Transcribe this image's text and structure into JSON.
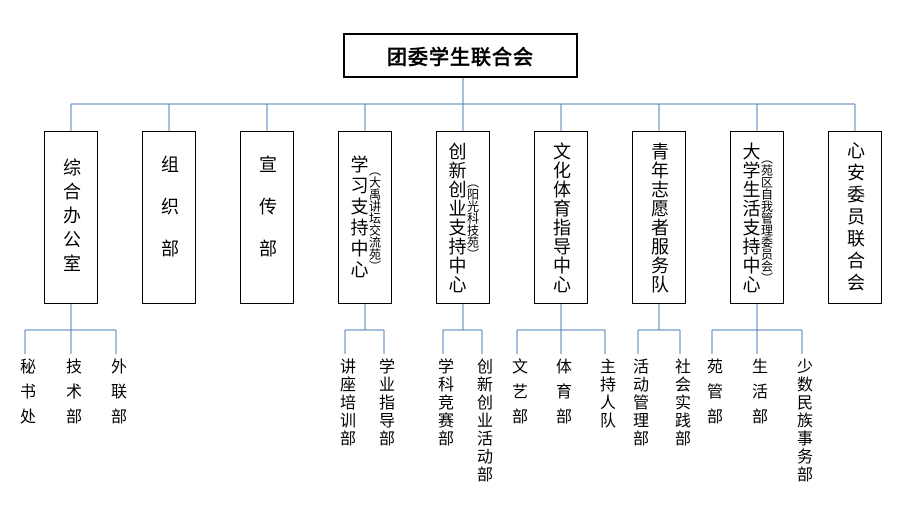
{
  "root": {
    "label": "团委学生联合会"
  },
  "departments": [
    {
      "label": "综合办公室",
      "annotation": "",
      "children": [
        "秘书处",
        "技术部",
        "外联部"
      ]
    },
    {
      "label": "组织部",
      "annotation": "",
      "children": []
    },
    {
      "label": "宣传部",
      "annotation": "",
      "children": []
    },
    {
      "label": "学习支持中心",
      "annotation": "（大禹讲坛交流苑）",
      "children": [
        "讲座培训部",
        "学业指导部"
      ]
    },
    {
      "label": "创新创业支持中心",
      "annotation": "（阳光科技苑）",
      "children": [
        "学科竞赛部",
        "创新创业活动部"
      ]
    },
    {
      "label": "文化体育指导中心",
      "annotation": "",
      "children": [
        "文艺部",
        "体育部",
        "主持人队"
      ]
    },
    {
      "label": "青年志愿者服务队",
      "annotation": "",
      "children": [
        "活动管理部",
        "社会实践部"
      ]
    },
    {
      "label": "大学生活支持中心",
      "annotation": "（苑区自我管理委员会）",
      "children": [
        "苑管部",
        "生活部",
        "少数民族事务部"
      ]
    },
    {
      "label": "心安委员联合会",
      "annotation": "",
      "children": []
    }
  ],
  "colors": {
    "connector_line": "#4F81BD",
    "box_border": "#000000",
    "text": "#000000",
    "background": "#FFFFFF"
  }
}
